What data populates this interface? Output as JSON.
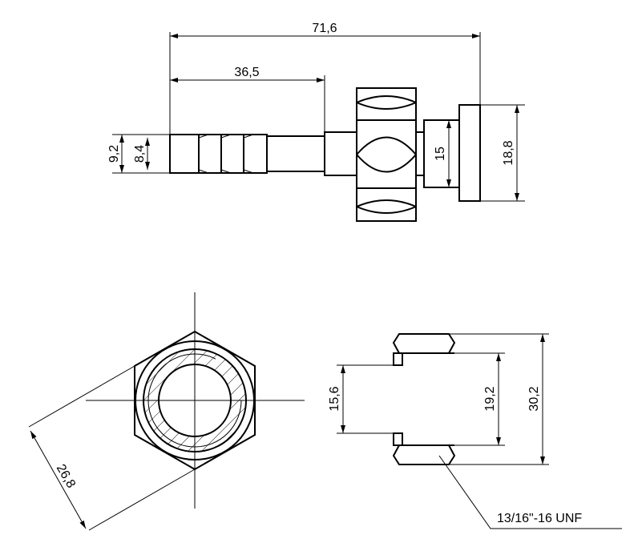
{
  "dimensions": {
    "overall_length": "71,6",
    "hose_barb_length": "36,5",
    "barb_outer_dia": "9,2",
    "barb_inner_dia": "8,4",
    "spigot_dia": "15",
    "flange_dia": "18,8",
    "nut_across_corners": "26,8",
    "inner_bore_dia": "15,6",
    "thread_minor_dia": "19,2",
    "thread_outer_dia": "30,2"
  },
  "callout": {
    "thread_spec": "13/16\"-16 UNF"
  }
}
